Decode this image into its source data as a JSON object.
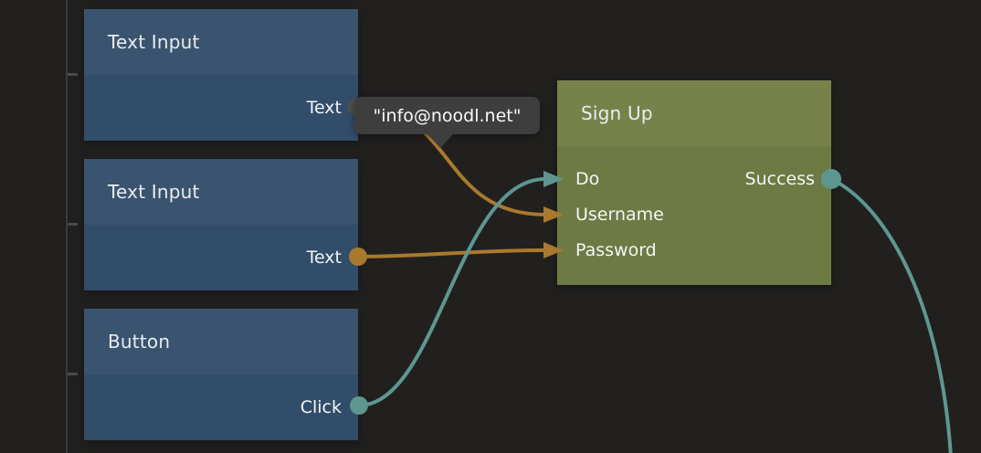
{
  "colors": {
    "background": "#21201f",
    "node_blue_header": "#3a546f",
    "node_blue_body": "#324d6a",
    "node_green_header": "#77824a",
    "node_green_body": "#6e7a43",
    "signal_connection": "#5e9790",
    "string_connection": "#a9792d",
    "hidden_port_dot": "#4f4f4f",
    "tooltip_background": "#3e3e3e",
    "guide_line": "#3b3b3b"
  },
  "nodes": [
    {
      "title": "Text Input",
      "ports": [
        {
          "label": "Text",
          "direction": "output",
          "connection_type": "string"
        }
      ]
    },
    {
      "title": "Text Input",
      "ports": [
        {
          "label": "Text",
          "direction": "output",
          "connection_type": "string"
        }
      ]
    },
    {
      "title": "Button",
      "ports": [
        {
          "label": "Click",
          "direction": "output",
          "connection_type": "signal"
        }
      ]
    },
    {
      "title": "Sign Up",
      "inputs": [
        {
          "label": "Do",
          "connection_type": "signal"
        },
        {
          "label": "Username",
          "connection_type": "string"
        },
        {
          "label": "Password",
          "connection_type": "string"
        }
      ],
      "outputs": [
        {
          "label": "Success",
          "connection_type": "signal"
        }
      ]
    }
  ],
  "tooltip": {
    "text": "\"info@noodl.net\""
  },
  "connections": [
    {
      "from": "Text Input.Text",
      "to": "Sign Up.Username",
      "type": "string"
    },
    {
      "from": "Text Input.Text",
      "to": "Sign Up.Password",
      "type": "string"
    },
    {
      "from": "Button.Click",
      "to": "Sign Up.Do",
      "type": "signal"
    },
    {
      "from": "Sign Up.Success",
      "to": "offscreen",
      "type": "signal"
    }
  ]
}
